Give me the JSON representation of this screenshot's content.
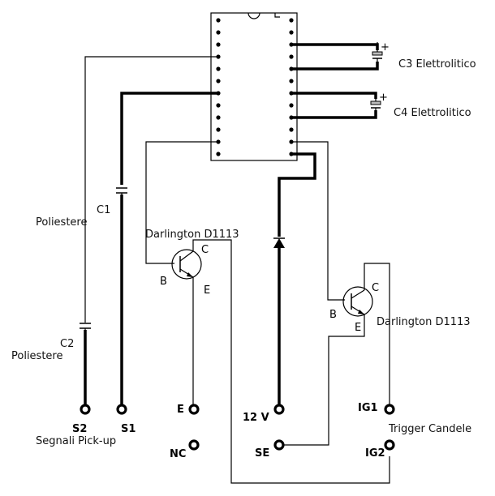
{
  "ic": {
    "pins_per_side": 12
  },
  "labels": {
    "c3": "C3 Elettrolitico",
    "c4": "C4 Elettrolitico",
    "c1": "C1",
    "c1_type": "Poliestere",
    "c2": "C2",
    "c2_type": "Poliestere",
    "t1_name": "Darlington D1113",
    "t2_name": "Darlington D1113",
    "t1_c": "C",
    "t1_b": "B",
    "t1_e": "E",
    "t2_c": "C",
    "t2_b": "B",
    "t2_e": "E",
    "cap_plus": "+"
  },
  "terminals": {
    "s2": "S2",
    "s1": "S1",
    "pickup": "Segnali Pick-up",
    "e": "E",
    "nc": "NC",
    "v12": "12 V",
    "se": "SE",
    "ig1": "IG1",
    "ig2": "IG2",
    "trigger": "Trigger Candele"
  }
}
